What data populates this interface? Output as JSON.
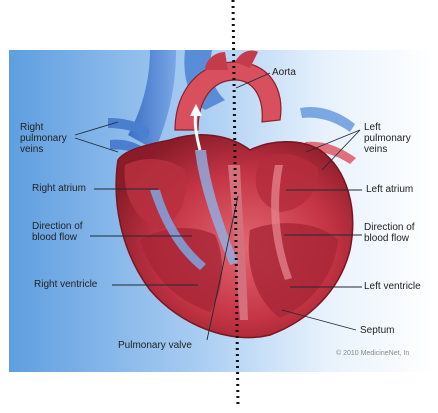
{
  "diagram": {
    "labels": {
      "aorta": "Aorta",
      "right_pulmonary_veins": "Right\npulmonary\nveins",
      "left_pulmonary_veins": "Left\npulmonary\nveins",
      "right_atrium": "Right atrium",
      "left_atrium": "Left atrium",
      "direction_left": "Direction of\nblood flow",
      "direction_right": "Direction of\nblood flow",
      "right_ventricle": "Right ventricle",
      "left_ventricle": "Left ventricle",
      "septum": "Septum",
      "pulmonary_valve": "Pulmonary valve"
    },
    "copyright": "© 2010 MedicineNet, In",
    "colors": {
      "background_left": "#7fb3e8",
      "background_right": "#ffffff",
      "heart": "#c83a4a",
      "heart_dark": "#8e1e2c",
      "vein": "#4a7fd0",
      "aorta": "#d8505e"
    }
  }
}
